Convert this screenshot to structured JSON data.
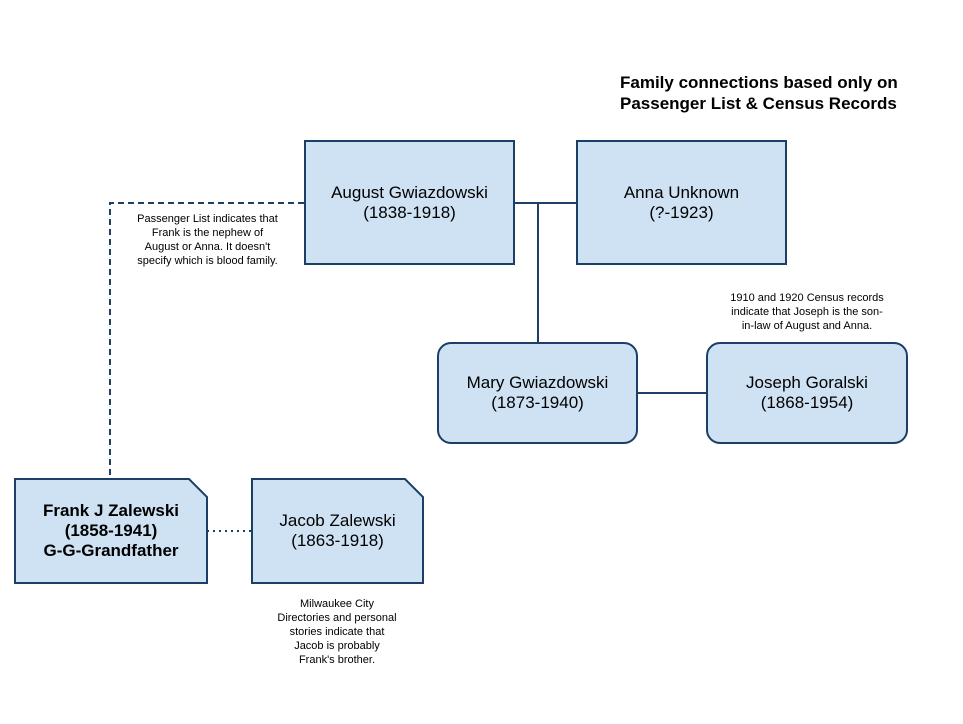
{
  "title": {
    "line1": "Family connections based only on",
    "line2": "Passenger List & Census Records"
  },
  "people": {
    "august": {
      "name": "August Gwiazdowski",
      "dates": "(1838-1918)"
    },
    "anna": {
      "name": "Anna Unknown",
      "dates": "(?-1923)"
    },
    "mary": {
      "name": "Mary Gwiazdowski",
      "dates": "(1873-1940)"
    },
    "joseph": {
      "name": "Joseph Goralski",
      "dates": "(1868-1954)"
    },
    "frank": {
      "name": "Frank J Zalewski",
      "dates": "(1858-1941)",
      "role": "G-G-Grandfather"
    },
    "jacob": {
      "name": "Jacob Zalewski",
      "dates": "(1863-1918)"
    }
  },
  "notes": {
    "passenger": [
      "Passenger List indicates that",
      "Frank is the nephew of",
      "August or Anna. It doesn't",
      "specify which is blood family."
    ],
    "census": [
      "1910 and 1920 Census records",
      "indicate that Joseph is the son-",
      "in-law of August and Anna."
    ],
    "milwaukee": [
      "Milwaukee City",
      "Directories and personal",
      "stories indicate that",
      "Jacob is probably",
      "Frank's brother."
    ]
  },
  "colors": {
    "box_fill": "#cfe2f3",
    "box_border": "#1c3f66",
    "line": "#1c3f66"
  }
}
